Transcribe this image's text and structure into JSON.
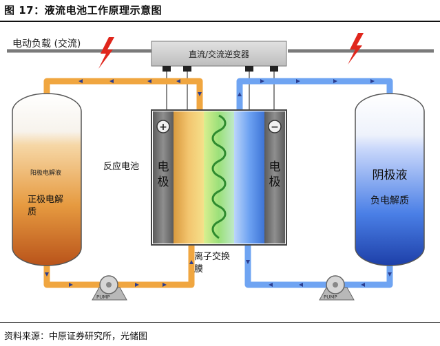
{
  "figure": {
    "title": "图 17：液流电池工作原理示意图",
    "source": "资料来源：中原证券研究所，光储图"
  },
  "labels": {
    "grid_line": "电动负载 (交流)",
    "inverter": "直流/交流逆变器",
    "positive_sign": "+",
    "negative_sign": "−",
    "left_electrode": "电极",
    "right_electrode": "电极",
    "reaction_cell": "反应电池",
    "membrane": "离子交换膜",
    "left_tank_small": "阳极电解液",
    "left_tank_main": "正极电解质",
    "right_tank_top": "阴极液",
    "right_tank_bottom": "负电解质",
    "pump_left": "PUMP",
    "pump_right": "PUMP"
  },
  "colors": {
    "left_electrolyte": "#e6a24a",
    "right_electrolyte": "#3f6fd8",
    "pipe_left": "#f0a640",
    "pipe_right": "#6fa4f2",
    "lightning": "#e0261c",
    "membrane_green": "#9be07a"
  }
}
